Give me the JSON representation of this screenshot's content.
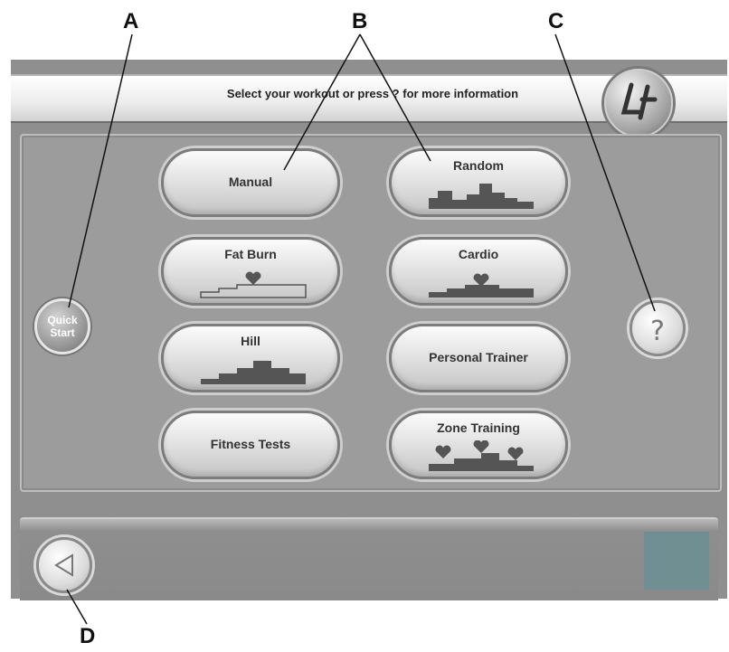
{
  "header": {
    "instruction": "Select your workout or press ? for more information"
  },
  "callouts": {
    "a": "A",
    "b": "B",
    "c": "C",
    "d": "D"
  },
  "workouts": {
    "manual": "Manual",
    "random": "Random",
    "fat_burn": "Fat Burn",
    "cardio": "Cardio",
    "hill": "Hill",
    "personal_trainer": "Personal Trainer",
    "fitness_tests": "Fitness Tests",
    "zone_training": "Zone Training"
  },
  "quick_start": {
    "line1": "Quick",
    "line2": "Start"
  },
  "help": {
    "symbol": "?"
  },
  "icons": {
    "logo": "lf-logo-icon",
    "back": "back-arrow-icon",
    "heart": "heart-icon"
  },
  "colors": {
    "screen_bg": "#9c9c9c",
    "button_face": "#e6e6e6",
    "profile_bars": "#555555",
    "teal_box": "#6f8f92"
  }
}
